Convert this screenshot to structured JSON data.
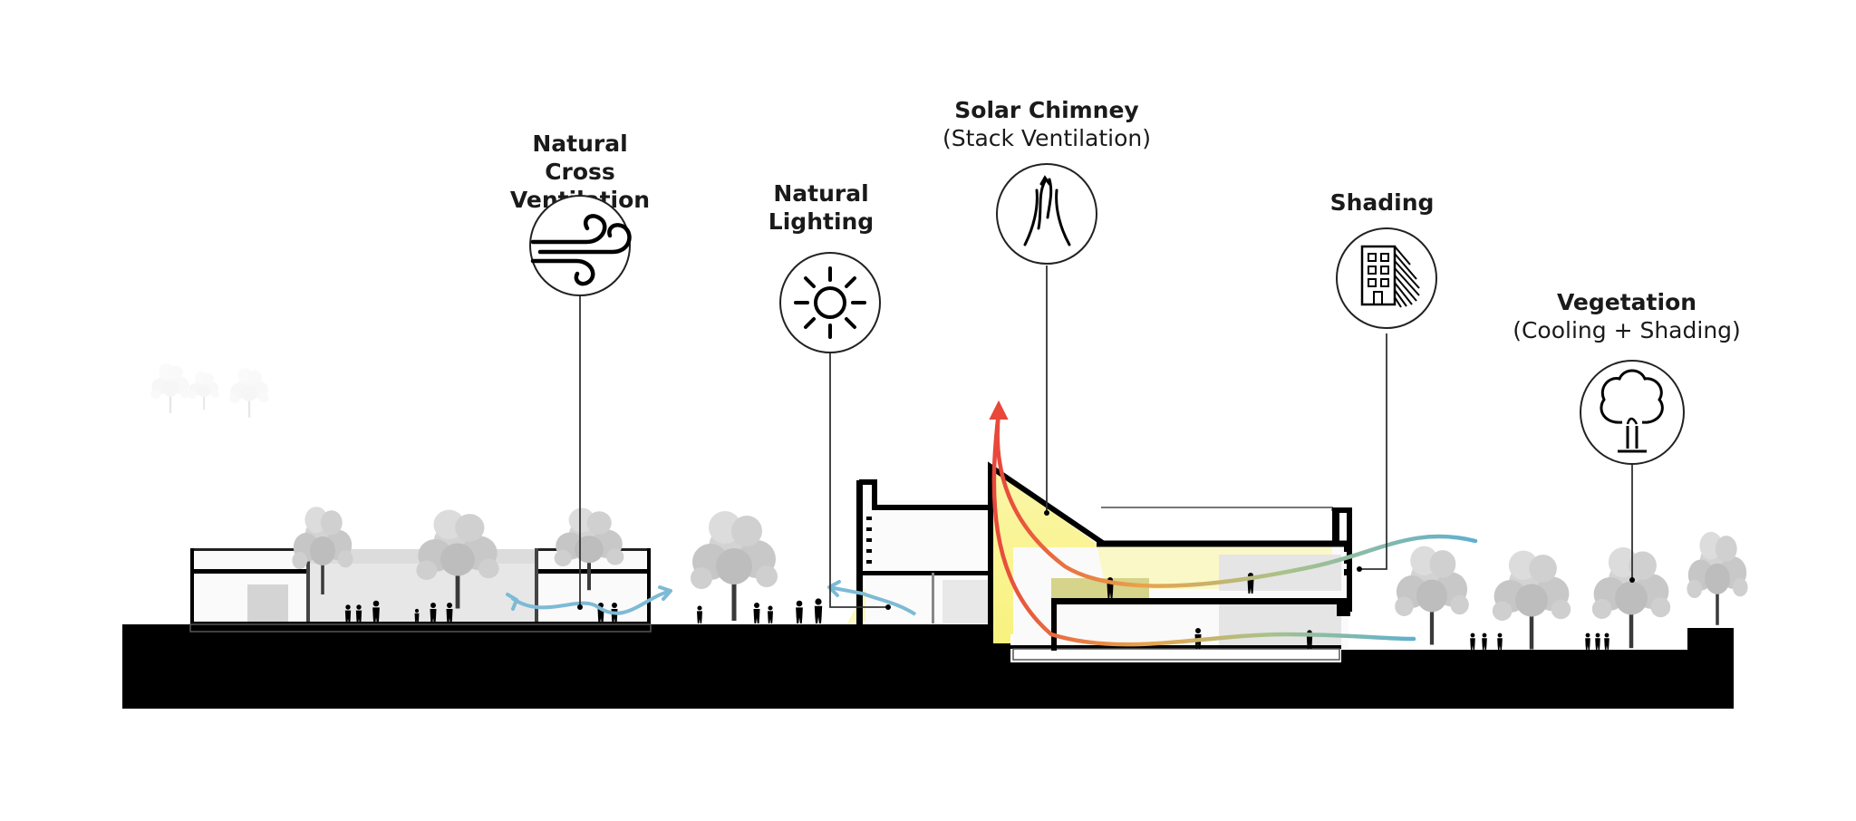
{
  "callouts": [
    {
      "title_lines": [
        "Natural",
        "Cross Ventilation"
      ],
      "subtitle": "",
      "icon": "wind-icon"
    },
    {
      "title_lines": [
        "Natural",
        "Lighting"
      ],
      "subtitle": "",
      "icon": "sun-icon"
    },
    {
      "title_lines": [
        "Solar Chimney"
      ],
      "subtitle": "(Stack Ventilation)",
      "icon": "chimney-airflow-icon"
    },
    {
      "title_lines": [
        "Shading"
      ],
      "subtitle": "",
      "icon": "shaded-building-icon"
    },
    {
      "title_lines": [
        "Vegetation"
      ],
      "subtitle": "(Cooling + Shading)",
      "icon": "tree-icon"
    }
  ],
  "colors": {
    "ground": "#000000",
    "leader_line": "#333333",
    "cool_air": "#6fb7d4",
    "warm_air": "#e8473a",
    "sunlight": "#f3ef7a",
    "tree_foliage": "#cfcfcf"
  }
}
